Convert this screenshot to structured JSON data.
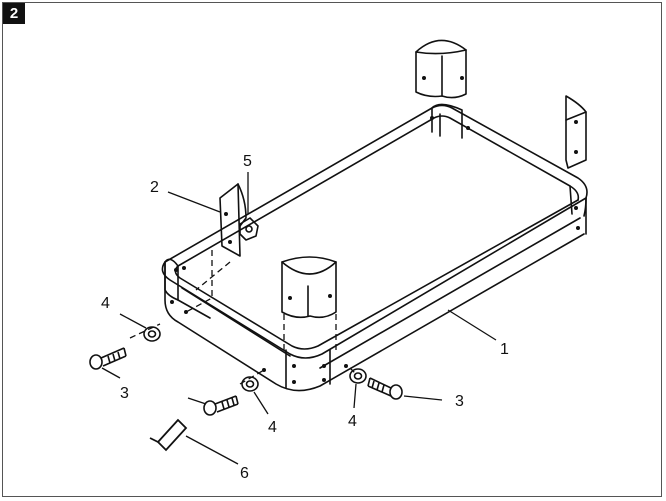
{
  "step": {
    "number": "2"
  },
  "callouts": {
    "c1": "1",
    "c2": "2",
    "c3a": "3",
    "c3b": "3",
    "c4a": "4",
    "c4b": "4",
    "c4c": "4",
    "c5": "5",
    "c6": "6"
  },
  "colors": {
    "line": "#111111",
    "background": "#ffffff",
    "badge": "#111111"
  }
}
